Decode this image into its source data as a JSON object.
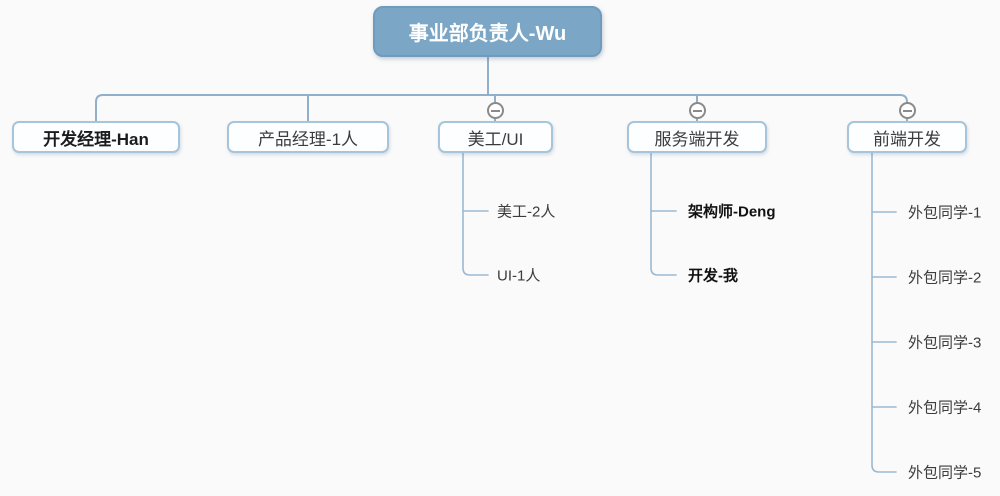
{
  "colors": {
    "background": "#FAFAFA",
    "root_fill": "#7CA6C5",
    "root_border": "#6F9BBC",
    "root_text": "#FFFFFF",
    "box_fill": "#FDFEFF",
    "box_border": "#A6C4DA",
    "connector": "#8FAFCB",
    "collapse_icon": "#8A8A8A",
    "text_regular": "#3C3C3C",
    "text_bold": "#1C1C1C"
  },
  "icons": {
    "collapse": "minus-circle"
  },
  "tree": {
    "root": {
      "label": "事业部负责人-Wu"
    },
    "branches": [
      {
        "label": "开发经理-Han",
        "bold": true,
        "children": []
      },
      {
        "label": "产品经理-1人",
        "bold": false,
        "children": []
      },
      {
        "label": "美工/UI",
        "bold": false,
        "has_collapse_button": true,
        "children": [
          {
            "label": "美工-2人",
            "bold": false
          },
          {
            "label": "UI-1人",
            "bold": false
          }
        ]
      },
      {
        "label": "服务端开发",
        "bold": false,
        "has_collapse_button": true,
        "children": [
          {
            "label": "架构师-Deng",
            "bold": true
          },
          {
            "label": "开发-我",
            "bold": true
          }
        ]
      },
      {
        "label": "前端开发",
        "bold": false,
        "has_collapse_button": true,
        "children": [
          {
            "label": "外包同学-1",
            "bold": false
          },
          {
            "label": "外包同学-2",
            "bold": false
          },
          {
            "label": "外包同学-3",
            "bold": false
          },
          {
            "label": "外包同学-4",
            "bold": false
          },
          {
            "label": "外包同学-5",
            "bold": false
          }
        ]
      }
    ]
  }
}
